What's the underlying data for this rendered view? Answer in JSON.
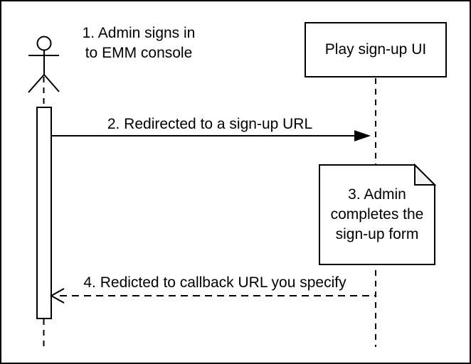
{
  "colors": {
    "stroke": "#000000",
    "background": "#ffffff",
    "note_fold": "#f2f2f2"
  },
  "actor": {
    "label": "1. Admin signs in\nto EMM console"
  },
  "participant": {
    "label": "Play sign-up UI"
  },
  "messages": [
    {
      "label": "2. Redirected to a sign-up URL",
      "style": "solid",
      "direction": "right"
    },
    {
      "label": "4. Redicted to callback URL you specify",
      "style": "dashed",
      "direction": "left"
    }
  ],
  "note": {
    "label": "3. Admin\ncompletes the\nsign-up form"
  }
}
